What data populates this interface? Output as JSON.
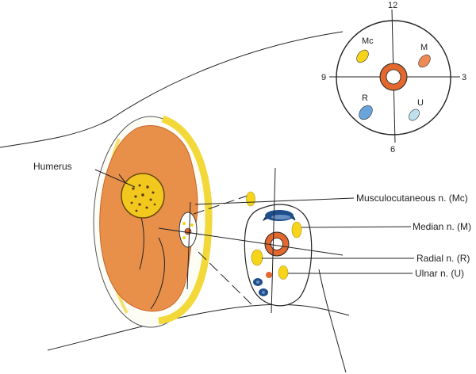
{
  "labels": {
    "humerus": "Humerus",
    "musculocutaneous": "Musculocutaneous n. (Mc)",
    "median": "Median n. (M)",
    "radial": "Radial n. (R)",
    "ulnar": "Ulnar n. (U)"
  },
  "clock": {
    "top": "12",
    "right": "3",
    "bottom": "6",
    "left": "9",
    "mc": "Mc",
    "m": "M",
    "r": "R",
    "u": "U"
  },
  "colors": {
    "muscle": "#e8904a",
    "bone": "#f2c81e",
    "artery": "#e2682e",
    "vein": "#1f4f8a",
    "nerve": "#f6d41a",
    "median_dot": "#ef8a55",
    "radial_dot": "#6aa4dc",
    "ulnar_dot": "#bfe0ec"
  }
}
